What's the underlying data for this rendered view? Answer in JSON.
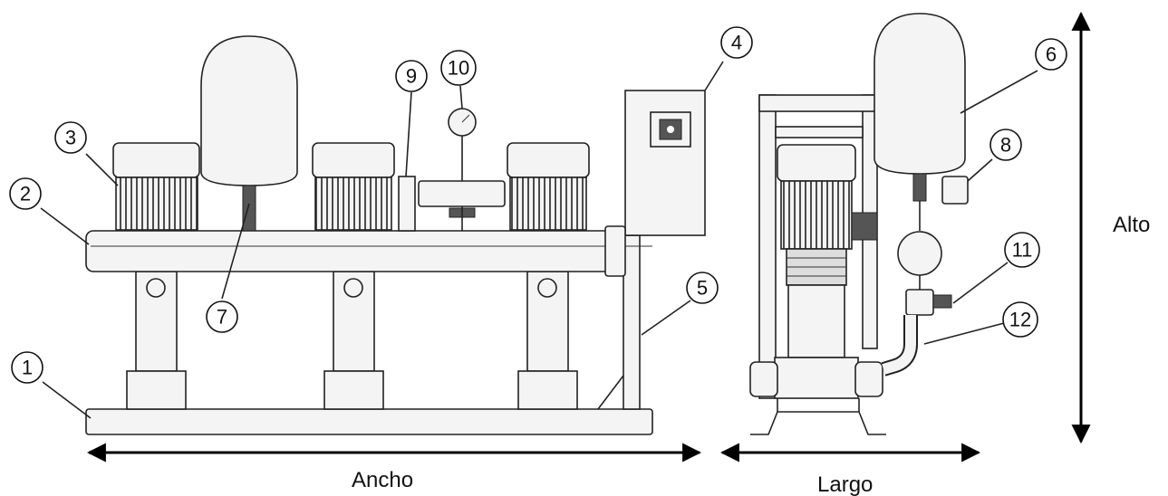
{
  "dimensions": {
    "ancho": "Ancho",
    "largo": "Largo",
    "alto": "Alto"
  },
  "callouts": [
    {
      "id": "1",
      "label": "1"
    },
    {
      "id": "2",
      "label": "2"
    },
    {
      "id": "3",
      "label": "3"
    },
    {
      "id": "4",
      "label": "4"
    },
    {
      "id": "5",
      "label": "5"
    },
    {
      "id": "6",
      "label": "6"
    },
    {
      "id": "7",
      "label": "7"
    },
    {
      "id": "8",
      "label": "8"
    },
    {
      "id": "9",
      "label": "9"
    },
    {
      "id": "10",
      "label": "10"
    },
    {
      "id": "11",
      "label": "11"
    },
    {
      "id": "12",
      "label": "12"
    }
  ]
}
